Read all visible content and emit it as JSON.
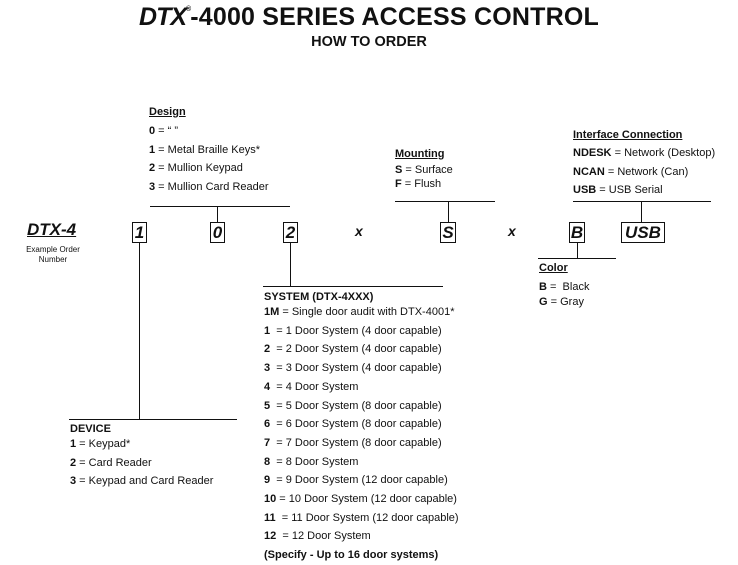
{
  "header": {
    "brand": "DTX",
    "brand_mark": "®",
    "title_rest": "-4000 SERIES ACCESS CONTROL",
    "subtitle": "HOW TO ORDER"
  },
  "design": {
    "title": "Design",
    "items": [
      {
        "code": "0",
        "sep": " = ",
        "desc": "“ ”"
      },
      {
        "code": "1",
        "sep": " = ",
        "desc": "Metal Braille Keys*"
      },
      {
        "code": "2",
        "sep": " = ",
        "desc": "Mullion Keypad"
      },
      {
        "code": "3",
        "sep": " = ",
        "desc": "Mullion Card Reader"
      }
    ]
  },
  "mounting": {
    "title": "Mounting",
    "items": [
      {
        "code": "S",
        "sep": " = ",
        "desc": "Surface"
      },
      {
        "code": "F",
        "sep": " = ",
        "desc": "Flush"
      }
    ]
  },
  "interface": {
    "title": "Interface Connection",
    "items": [
      {
        "code": "NDESK",
        "sep": " = ",
        "desc": "Network (Desktop)"
      },
      {
        "code": "NCAN",
        "sep": " = ",
        "desc": "Network (Can)"
      },
      {
        "code": "USB",
        "sep": " = ",
        "desc": "USB Serial"
      }
    ]
  },
  "order": {
    "model": "DTX-4",
    "caption_line1": "Example Order",
    "caption_line2": "Number",
    "box1": "1",
    "box2": "0",
    "box3": "2",
    "x1": "x",
    "box4": "S",
    "x2": "x",
    "box5": "B",
    "box6": "USB"
  },
  "color": {
    "title": "Color",
    "items": [
      {
        "code": "B",
        "sep": " =  ",
        "desc": "Black"
      },
      {
        "code": "G",
        "sep": " = ",
        "desc": "Gray"
      }
    ]
  },
  "system": {
    "title": "SYSTEM (DTX-4XXX)",
    "items": [
      {
        "code": "1M",
        "sep": " = ",
        "desc": "Single door audit with DTX-4001*"
      },
      {
        "code": "1",
        "sep": "  = ",
        "desc": "1 Door System (4 door capable)"
      },
      {
        "code": "2",
        "sep": "  = ",
        "desc": "2 Door System (4 door capable)"
      },
      {
        "code": "3",
        "sep": "  = ",
        "desc": "3 Door System (4 door capable)"
      },
      {
        "code": "4",
        "sep": "  = ",
        "desc": "4 Door System"
      },
      {
        "code": "5",
        "sep": "  = ",
        "desc": "5 Door System (8 door capable)"
      },
      {
        "code": "6",
        "sep": "  = ",
        "desc": "6 Door System (8 door capable)"
      },
      {
        "code": "7",
        "sep": "  = ",
        "desc": "7 Door System (8 door capable)"
      },
      {
        "code": "8",
        "sep": "  = ",
        "desc": "8 Door System"
      },
      {
        "code": "9",
        "sep": "  = ",
        "desc": "9 Door System (12 door capable)"
      },
      {
        "code": "10",
        "sep": " = ",
        "desc": "10 Door System (12 door capable)"
      },
      {
        "code": "11",
        "sep": "  = ",
        "desc": "11 Door System (12 door capable)"
      },
      {
        "code": "12",
        "sep": "  = ",
        "desc": "12 Door System"
      }
    ],
    "note": "(Specify - Up to 16 door systems)"
  },
  "device": {
    "title": "DEVICE",
    "items": [
      {
        "code": "1",
        "sep": " = ",
        "desc": "Keypad*"
      },
      {
        "code": "2",
        "sep": " = ",
        "desc": "Card Reader"
      },
      {
        "code": "3",
        "sep": " = ",
        "desc": "Keypad and Card Reader"
      }
    ]
  }
}
